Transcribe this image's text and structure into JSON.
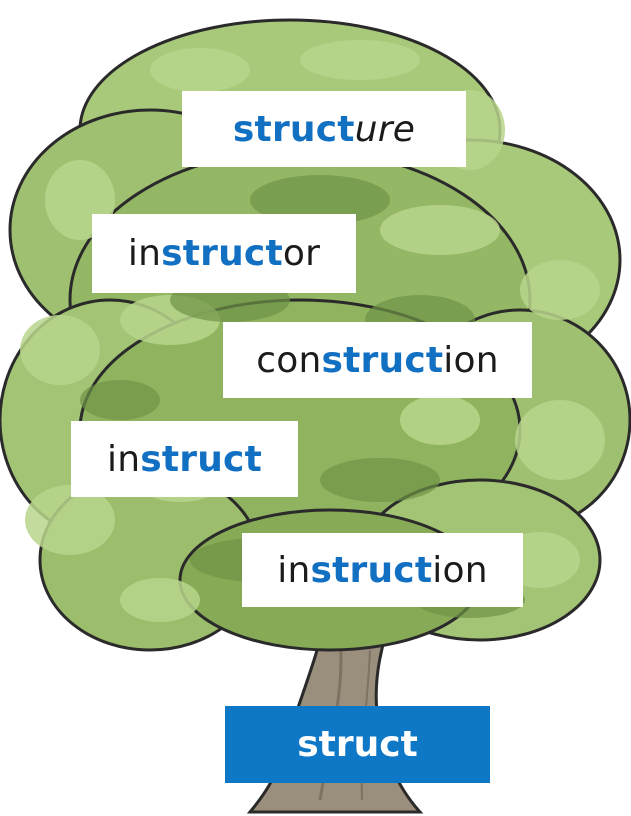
{
  "root_word": "struct",
  "words": [
    {
      "prefix": "",
      "root": "struct",
      "suffix": "ure"
    },
    {
      "prefix": "in",
      "root": "struct",
      "suffix": "or"
    },
    {
      "prefix": "con",
      "root": "struct",
      "suffix": "ion"
    },
    {
      "prefix": "in",
      "root": "struct",
      "suffix": ""
    },
    {
      "prefix": "in",
      "root": "struct",
      "suffix": "ion"
    }
  ],
  "colors": {
    "root_text": "#1270c2",
    "root_box": "#0f78c6",
    "foliage_light": "#a9c97a",
    "foliage_mid": "#8fb35f",
    "foliage_dark": "#6f9346",
    "trunk": "#9a8e7c",
    "outline": "#2a2a2a"
  }
}
